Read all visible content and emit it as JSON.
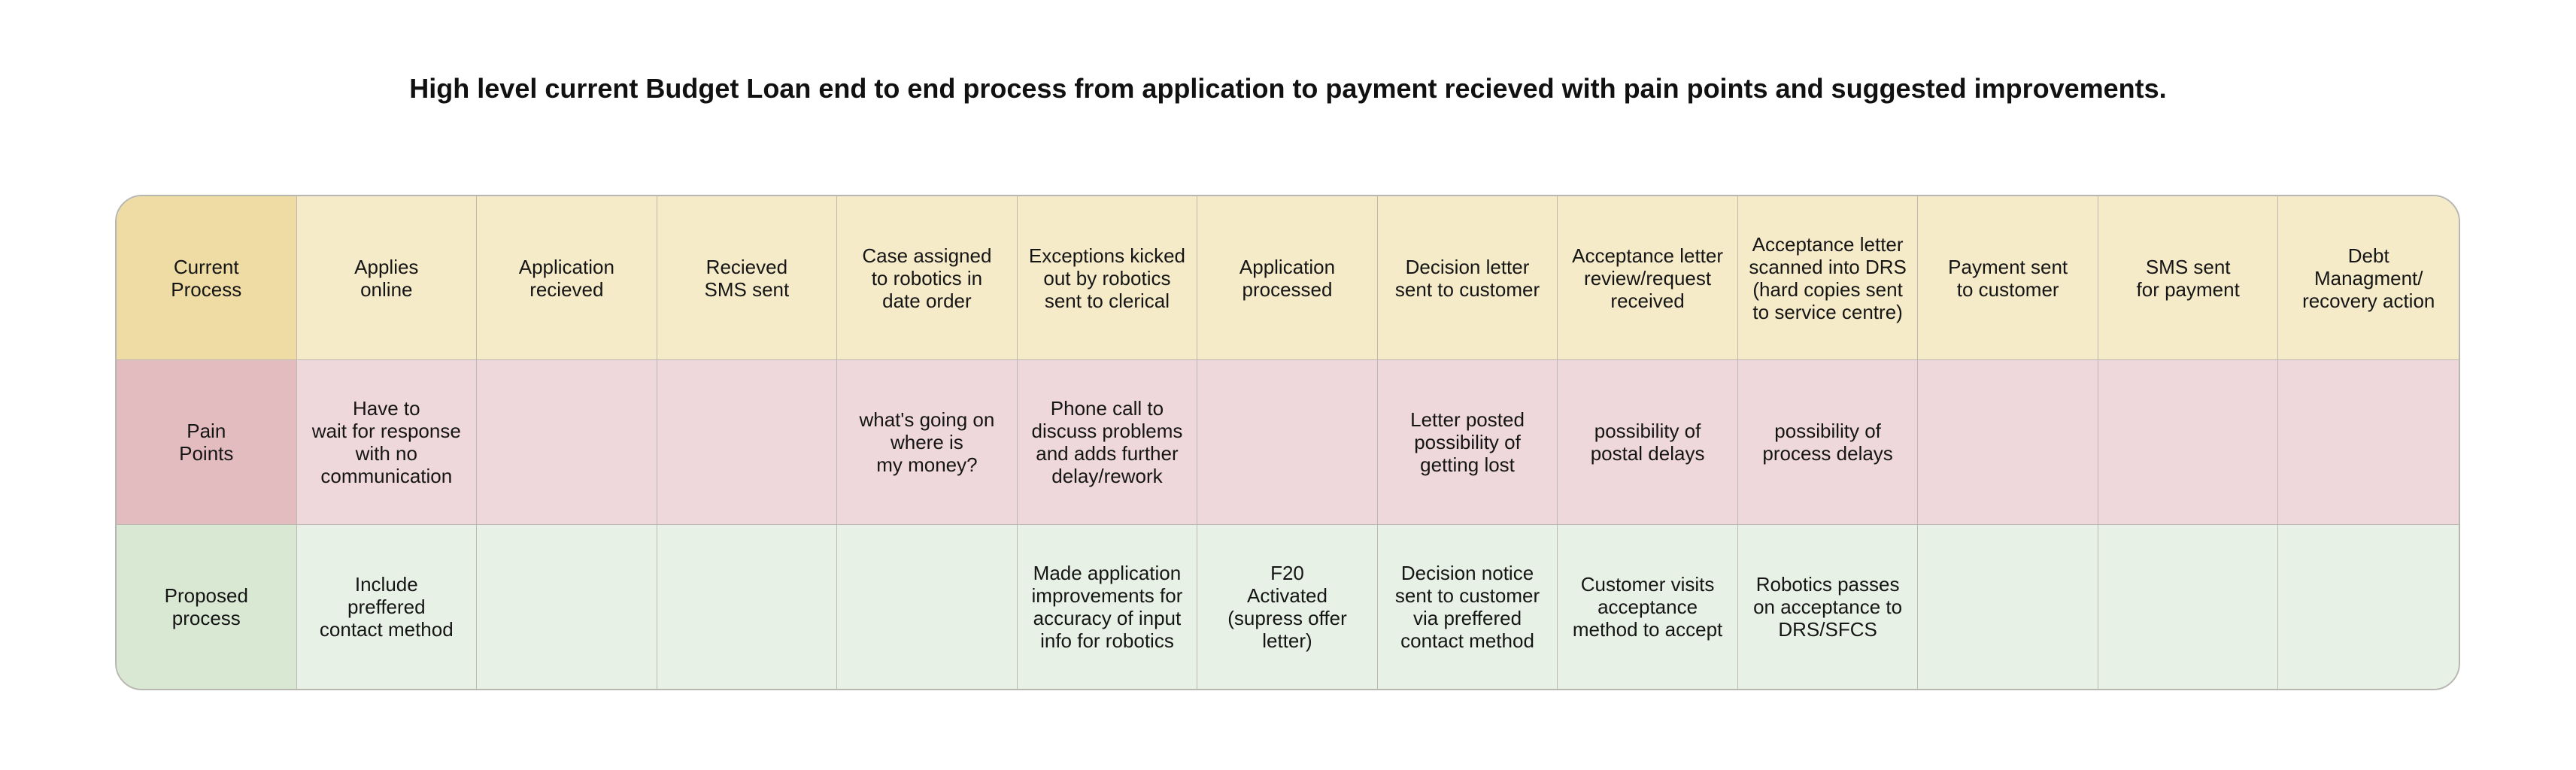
{
  "title": "High level current Budget Loan end to end process from application to payment recieved with pain points and suggested improvements.",
  "rows": [
    {
      "key": "current",
      "header": "Current\nProcess",
      "cells": [
        "Applies\nonline",
        "Application\nrecieved",
        "Recieved\nSMS sent",
        "Case assigned\nto robotics in\ndate order",
        "Exceptions kicked\nout by robotics\nsent to clerical",
        "Application\nprocessed",
        "Decision letter\nsent to customer",
        "Acceptance letter\nreview/request\nreceived",
        "Acceptance letter\nscanned into DRS\n(hard copies sent\nto service centre)",
        "Payment sent\nto customer",
        "SMS sent\nfor payment",
        "Debt\nManagment/\nrecovery action"
      ]
    },
    {
      "key": "pain",
      "header": "Pain\nPoints",
      "cells": [
        "Have to\nwait for response\nwith no\ncommunication",
        "",
        "",
        "what's going on\nwhere is\nmy money?",
        "Phone call to\ndiscuss problems\nand adds further\ndelay/rework",
        "",
        "Letter posted\npossibility of\ngetting lost",
        "possibility of\npostal delays",
        "possibility of\nprocess delays",
        "",
        "",
        ""
      ]
    },
    {
      "key": "proposed",
      "header": "Proposed\nprocess",
      "cells": [
        "Include\npreffered\ncontact method",
        "",
        "",
        "",
        "Made application\nimprovements for\naccuracy of input\ninfo for robotics",
        "F20\nActivated\n(supress offer\nletter)",
        "Decision notice\nsent to customer\nvia preffered\ncontact method",
        "Customer visits\nacceptance\nmethod to accept",
        "Robotics passes\non acceptance to\nDRS/SFCS",
        "",
        "",
        ""
      ]
    }
  ],
  "colors": {
    "current_row": "#f6ebc9",
    "current_header": "#efdca4",
    "pain_row": "#eed8db",
    "pain_header": "#e2bcbe",
    "proposed_row": "#e8f1e5",
    "proposed_header": "#d9e8d3",
    "grid_line": "#bdb9b2"
  }
}
